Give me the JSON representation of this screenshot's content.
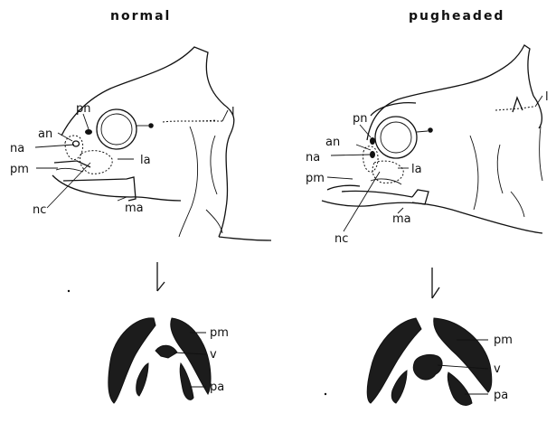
{
  "panels": [
    {
      "title": "normal",
      "labels": {
        "pn": "pn",
        "an": "an",
        "na": "na",
        "pm": "pm",
        "nc": "nc",
        "la": "la",
        "ma": "ma",
        "l": "l"
      },
      "jaw_labels": {
        "pm": "pm",
        "v": "v",
        "pa": "pa"
      }
    },
    {
      "title": "pugheaded",
      "labels": {
        "pn": "pn",
        "an": "an",
        "na": "na",
        "pm": "pm",
        "nc": "nc",
        "la": "la",
        "ma": "ma",
        "l": "l"
      },
      "jaw_labels": {
        "pm": "pm",
        "v": "v",
        "pa": "pa"
      }
    }
  ],
  "colors": {
    "ink": "#111111",
    "background": "#ffffff"
  }
}
